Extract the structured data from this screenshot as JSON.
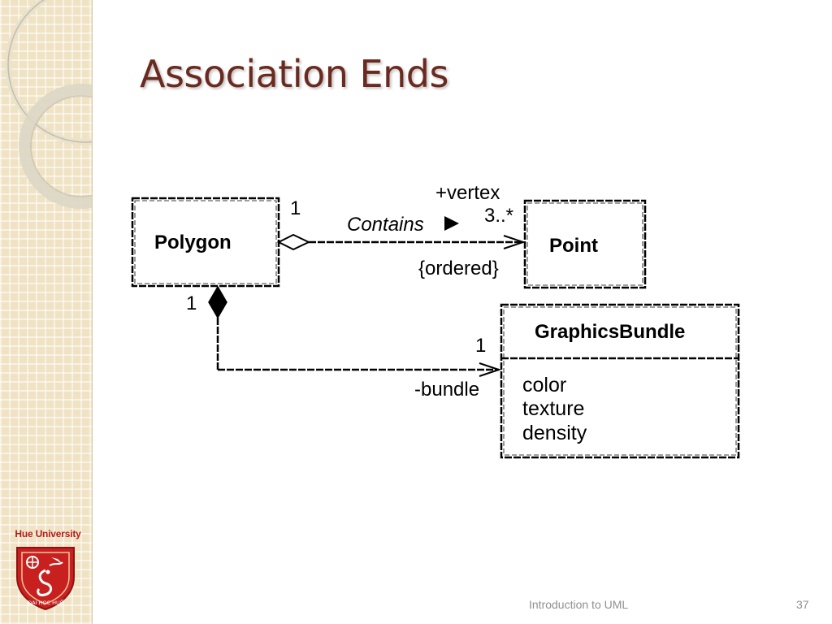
{
  "slide": {
    "title": "Association Ends",
    "footer_text": "Introduction to UML",
    "page_number": "37"
  },
  "branding": {
    "university_name": "Hue University",
    "seal_text": "ĐẠI HỌC HUẾ"
  },
  "diagram": {
    "classes": {
      "polygon": "Polygon",
      "point": "Point",
      "graphics_bundle": "GraphicsBundle"
    },
    "graphics_bundle_attributes": [
      "color",
      "texture",
      "density"
    ],
    "contains_association": {
      "name": "Contains",
      "polygon_end_multiplicity": "1",
      "point_end_role": "+vertex",
      "point_end_multiplicity": "3..*",
      "constraint": "{ordered}"
    },
    "bundle_association": {
      "polygon_end_multiplicity": "1",
      "bundle_end_multiplicity": "1",
      "bundle_end_role": "-bundle"
    }
  },
  "colors": {
    "title": "#6b2a1f",
    "side_panel": "#efe3c4",
    "logo_red": "#c8201f",
    "footer_text": "#8f8f8f"
  }
}
